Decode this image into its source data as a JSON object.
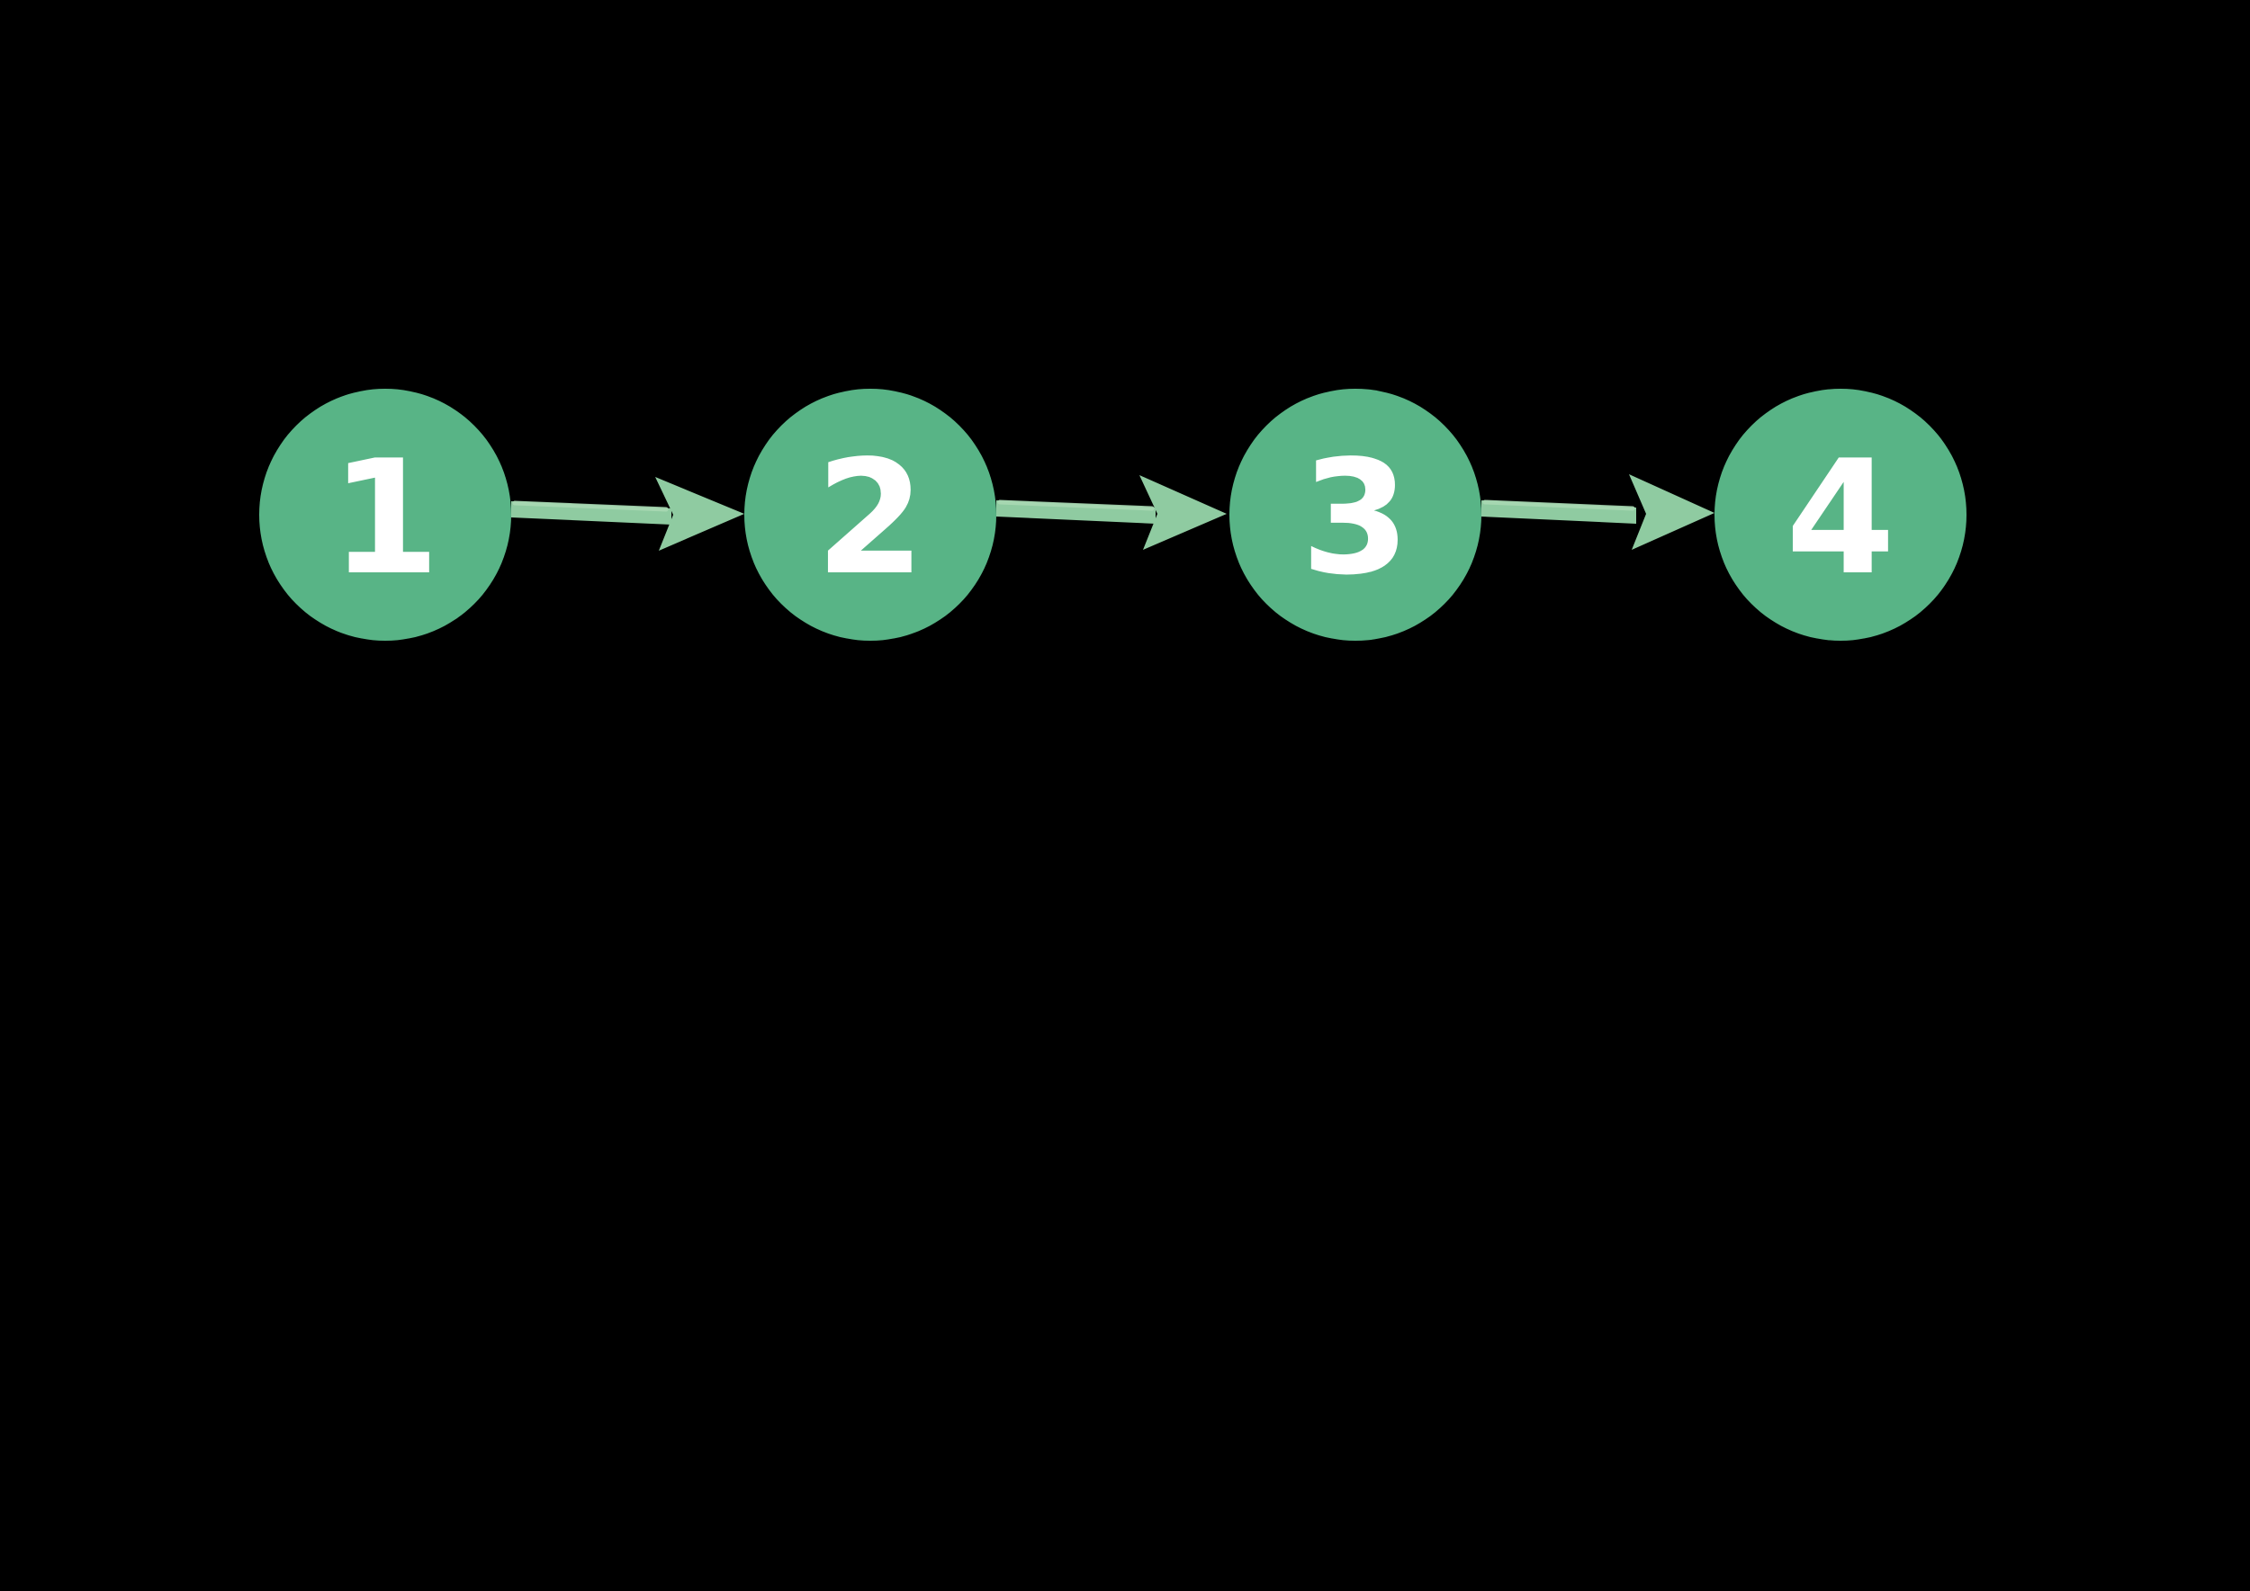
{
  "diagram": {
    "type": "linear-flow",
    "steps": [
      {
        "id": 1,
        "label": "1"
      },
      {
        "id": 2,
        "label": "2"
      },
      {
        "id": 3,
        "label": "3"
      },
      {
        "id": 4,
        "label": "4"
      }
    ],
    "connections": [
      {
        "from": "1",
        "to": "2",
        "direction": "right"
      },
      {
        "from": "2",
        "to": "3",
        "direction": "right"
      },
      {
        "from": "3",
        "to": "4",
        "direction": "right"
      }
    ],
    "colors": {
      "background": "#000000",
      "node_fill": "#58B486",
      "arrow_fill": "#8FCBA1",
      "arrow_highlight": "#A9D8B3",
      "label_text": "#FFFFFF"
    }
  }
}
